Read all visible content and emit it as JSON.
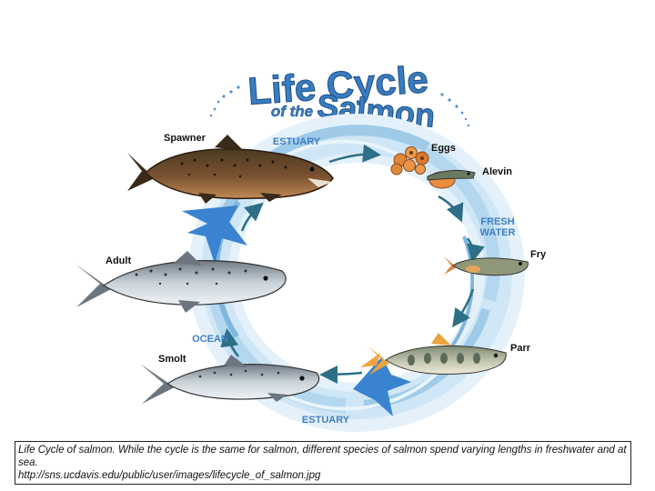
{
  "title": {
    "line1": "Life Cycle",
    "line2_prefix": "of the",
    "line2_main": "Salmon"
  },
  "stages": {
    "spawner": "Spawner",
    "eggs": "Eggs",
    "alevin": "Alevin",
    "fry": "Fry",
    "parr": "Parr",
    "smolt": "Smolt",
    "adult": "Adult"
  },
  "zones": {
    "estuary_top": "ESTUARY",
    "fresh_water_line1": "FRESH",
    "fresh_water_line2": "WATER",
    "ocean": "OCEAN",
    "estuary_bottom": "ESTUARY"
  },
  "caption": {
    "text": "Life Cycle of salmon. While the cycle is the same for salmon, different species of salmon spend varying lengths in freshwater and at sea.",
    "source": "http://sns.ucdavis.edu/public/user/images/lifecycle_of_salmon.jpg"
  },
  "colors": {
    "title_blue": "#3a7cc0",
    "zone_label_blue": "#3f7fc4",
    "water_light": "#cfe6f6",
    "water_mid": "#9fcbe9",
    "water_dark": "#4f95d0",
    "arrow_teal": "#2c6f86",
    "spawner_body": "#6b4a2a",
    "adult_body": "#b9c4cc",
    "egg_orange": "#e0853a"
  }
}
